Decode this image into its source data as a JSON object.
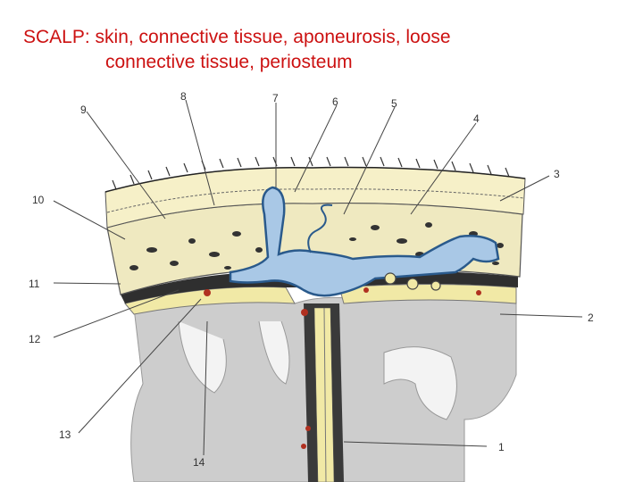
{
  "title": {
    "line1": "SCALP: skin, connective tissue, aponeurosis, loose",
    "line2": "connective tissue, periosteum"
  },
  "labels": [
    "1",
    "2",
    "3",
    "4",
    "5",
    "6",
    "7",
    "8",
    "9",
    "10",
    "11",
    "12",
    "13",
    "14"
  ],
  "colors": {
    "title": "#cc1111",
    "skin": "#f6f0c8",
    "bone": "#efe9c0",
    "sinus": "#a9c8e6",
    "sinus_edge": "#2a5a8c",
    "brain": "#c9c9c9",
    "dura_dark": "#2a2a2a",
    "vessel": "#b03020"
  }
}
